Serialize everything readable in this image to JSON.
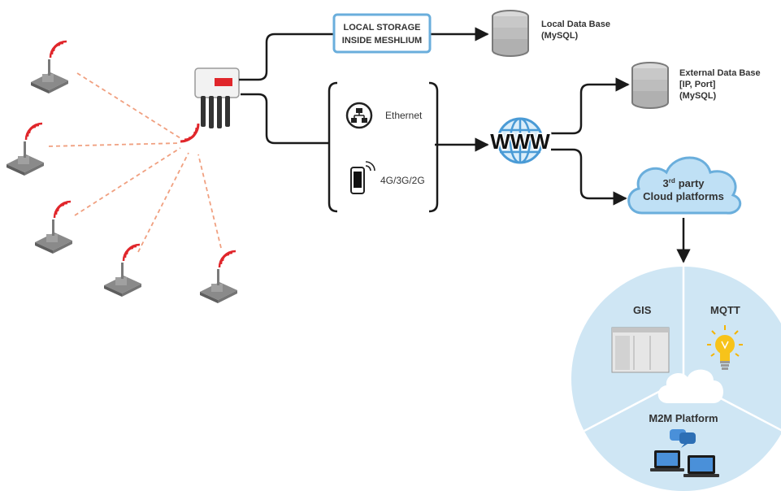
{
  "local_storage": {
    "line1": "LOCAL STORAGE",
    "line2": "INSIDE MESHLIUM"
  },
  "local_db": {
    "line1": "Local Data Base",
    "line2": "(MySQL)"
  },
  "external_db": {
    "line1": "External Data Base",
    "line2": "[IP, Port]",
    "line3": "(MySQL)"
  },
  "connections": {
    "ethernet": "Ethernet",
    "cellular": "4G/3G/2G"
  },
  "www_label": "WWW",
  "cloud": {
    "number": "3",
    "suffix": "rd",
    "word": "party",
    "line2": "Cloud platforms"
  },
  "platforms": {
    "gis": "GIS",
    "mqtt": "MQTT",
    "m2m": "M2M Platform"
  },
  "colors": {
    "accent_red": "#e0262b",
    "radio_link": "#f0a080",
    "storage_border": "#6aaedc",
    "cloud_fill": "#bfe0f5",
    "circle_fill": "#cfe6f4",
    "globe": "#4a9bd6",
    "line": "#1a1a1a"
  }
}
